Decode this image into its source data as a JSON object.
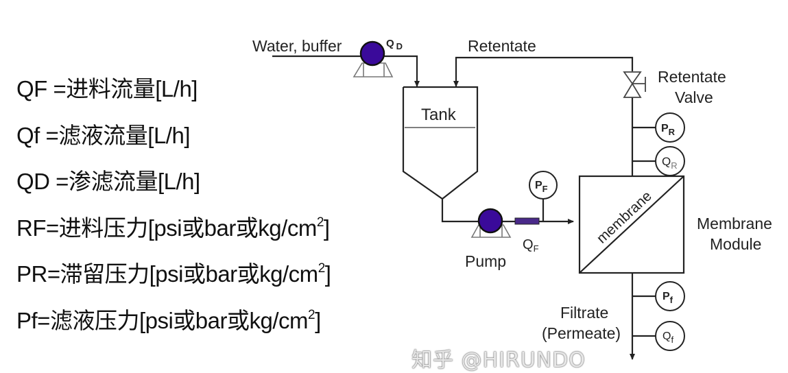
{
  "legend": [
    {
      "text": "QF =进料流量[L/h]",
      "sup": "",
      "tail": ""
    },
    {
      "text": "Qf =滤液流量[L/h]",
      "sup": "",
      "tail": ""
    },
    {
      "text": "QD =渗滤流量[L/h]",
      "sup": "",
      "tail": ""
    },
    {
      "text": "RF=进料压力[psi或bar或kg/cm",
      "sup": "2",
      "tail": "]"
    },
    {
      "text": "PR=滞留压力[psi或bar或kg/cm",
      "sup": "2",
      "tail": "]"
    },
    {
      "text": "Pf=滤液压力[psi或bar或kg/cm",
      "sup": "2",
      "tail": "]"
    }
  ],
  "diagram": {
    "water_buffer": "Water, buffer",
    "qd": {
      "main": "Q",
      "sub": "D"
    },
    "retentate": "Retentate",
    "tank": "Tank",
    "retentate_valve": [
      "Retentate",
      "Valve"
    ],
    "pr": {
      "main": "P",
      "sub": "R"
    },
    "qr": {
      "main": "Q",
      "sub": "R"
    },
    "pf_feed": {
      "main": "P",
      "sub": "F"
    },
    "membrane": "membrane",
    "membrane_module": [
      "Membrane",
      "Module"
    ],
    "pump": "Pump",
    "qf": {
      "main": "Q",
      "sub": "F"
    },
    "pf_filtrate": {
      "main": "P",
      "sub": "f"
    },
    "qf_filtrate": {
      "main": "Q",
      "sub": "f"
    },
    "filtrate": [
      "Filtrate",
      "(Permeate)"
    ],
    "pump_color": "#3a0a9a"
  },
  "watermark": "知乎 @HIRUNDO"
}
